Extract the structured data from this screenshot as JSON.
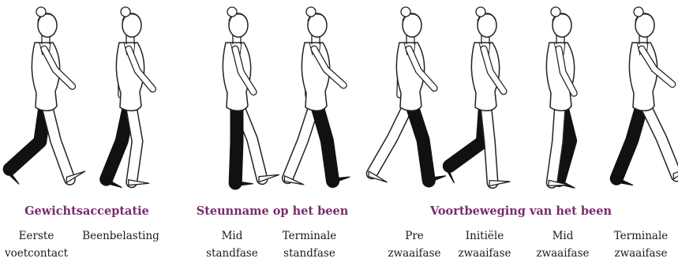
{
  "colors": {
    "title": "#7a2a6e",
    "text": "#1a1a1a",
    "leg": "#111111",
    "outline": "#222222"
  },
  "groups": [
    {
      "title": "Gewichtsacceptatie"
    },
    {
      "title": "Steunname op het been"
    },
    {
      "title": "Voortbeweging van het been"
    }
  ],
  "phases": [
    {
      "line1": "Eerste",
      "line2": "voetcontact"
    },
    {
      "line1": "Beenbelasting",
      "line2": ""
    },
    {
      "line1": "Mid",
      "line2": "standfase"
    },
    {
      "line1": "Terminale",
      "line2": "standfase"
    },
    {
      "line1": "Pre",
      "line2": "zwaaifase"
    },
    {
      "line1": "Initiële",
      "line2": "zwaaifase"
    },
    {
      "line1": "Mid",
      "line2": "zwaaifase"
    },
    {
      "line1": "Terminale",
      "line2": "zwaaifase"
    }
  ]
}
